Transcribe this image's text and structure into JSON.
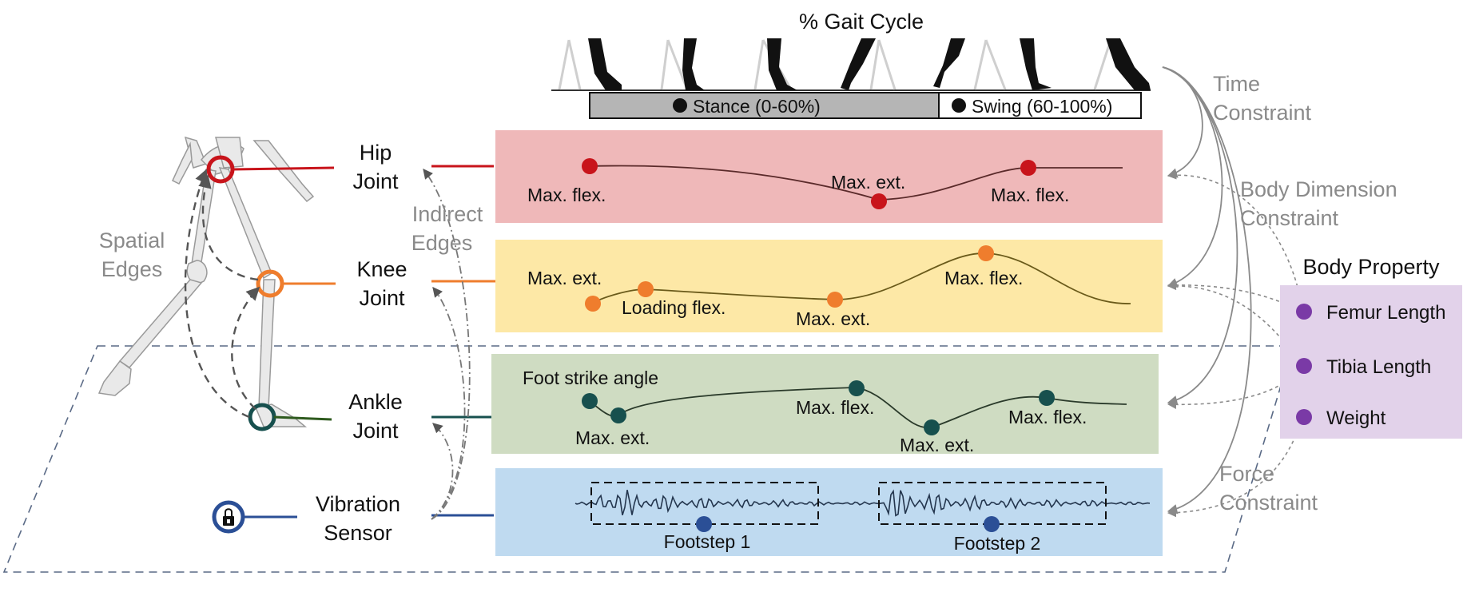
{
  "header": {
    "gait_cycle_title": "% Gait Cycle"
  },
  "phases": {
    "stance_label": "Stance (0-60%)",
    "swing_label": "Swing (60-100%)"
  },
  "colors": {
    "hip": "#c8141b",
    "hip_bg": "#efb8b9",
    "knee": "#ef7d2d",
    "knee_bg": "#fde8a6",
    "ankle": "#17504e",
    "ankle_bg": "#cfdcc2",
    "sensor": "#2b4f96",
    "sensor_bg": "#bfdaf0",
    "property": "#7a3aa6",
    "property_bg": "#e2d2ea",
    "constraint_text": "#8a8a8a"
  },
  "joints": {
    "hip": "Hip\nJoint",
    "knee": "Knee\nJoint",
    "ankle": "Ankle\nJoint",
    "sensor": "Vibration\nSensor"
  },
  "edges": {
    "spatial": "Spatial\nEdges",
    "indirect": "Indirect\nEdges"
  },
  "hip_panel": {
    "left_flex": "Max. flex.",
    "ext": "Max. ext.",
    "right_flex": "Max. flex."
  },
  "knee_panel": {
    "ext_left": "Max. ext.",
    "loading": "Loading flex.",
    "ext_mid": "Max. ext.",
    "flex": "Max. flex."
  },
  "ankle_panel": {
    "strike": "Foot strike angle",
    "ext1": "Max. ext.",
    "flex1": "Max. flex.",
    "ext2": "Max. ext.",
    "flex2": "Max. flex."
  },
  "sensor_panel": {
    "footstep1": "Footstep 1",
    "footstep2": "Footstep 2"
  },
  "constraints": {
    "time": "Time\nConstraint",
    "body_dimension": "Body Dimension\nConstraint",
    "force": "Force\nConstraint"
  },
  "body_property": {
    "title": "Body Property",
    "items": [
      "Femur Length",
      "Tibia Length",
      "Weight"
    ]
  }
}
